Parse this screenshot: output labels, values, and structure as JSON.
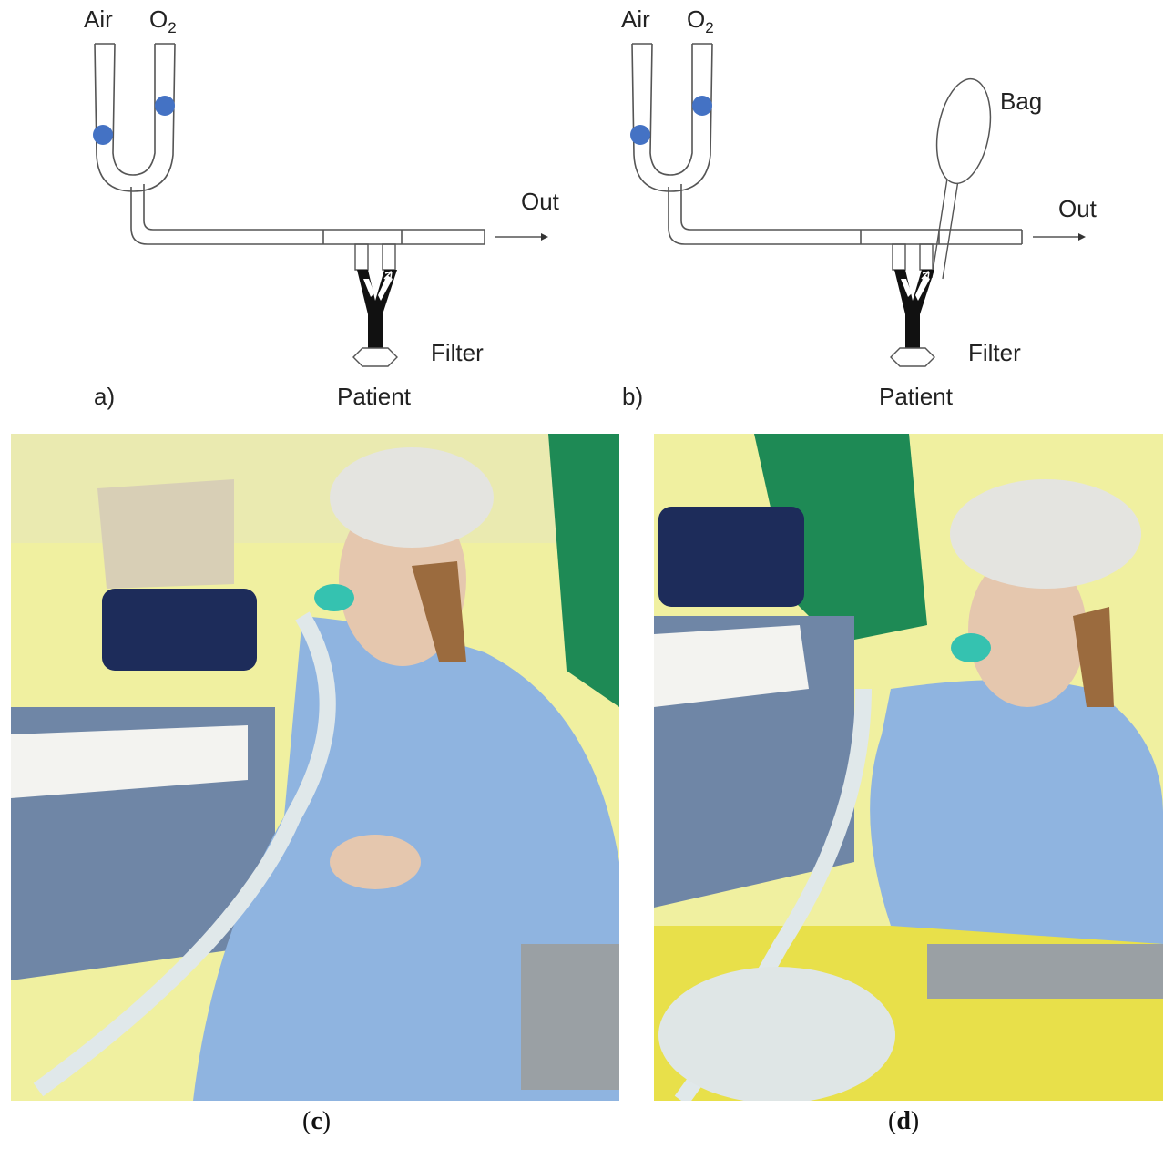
{
  "diagram_a": {
    "label_air": "Air",
    "label_o2_main": "O",
    "label_o2_sub": "2",
    "label_out": "Out",
    "label_filter": "Filter",
    "label_patient": "Patient",
    "panel_letter": "a)"
  },
  "diagram_b": {
    "label_air": "Air",
    "label_o2_main": "O",
    "label_o2_sub": "2",
    "label_bag": "Bag",
    "label_out": "Out",
    "label_filter": "Filter",
    "label_patient": "Patient",
    "panel_letter": "b)"
  },
  "captions": {
    "c_open": "(",
    "c_letter": "c",
    "c_close": ")",
    "d_open": "(",
    "d_letter": "d",
    "d_close": ")"
  },
  "colors": {
    "valve_blue": "#4472c4",
    "line": "#555555",
    "wall_yellow": "#f0f0a0",
    "gown_blue": "#8fb4e0",
    "table_blue": "#6f86a6",
    "cap_white": "#e4e4e0",
    "green_gown": "#1e8a55",
    "floor_yellow": "#e8e04a"
  }
}
